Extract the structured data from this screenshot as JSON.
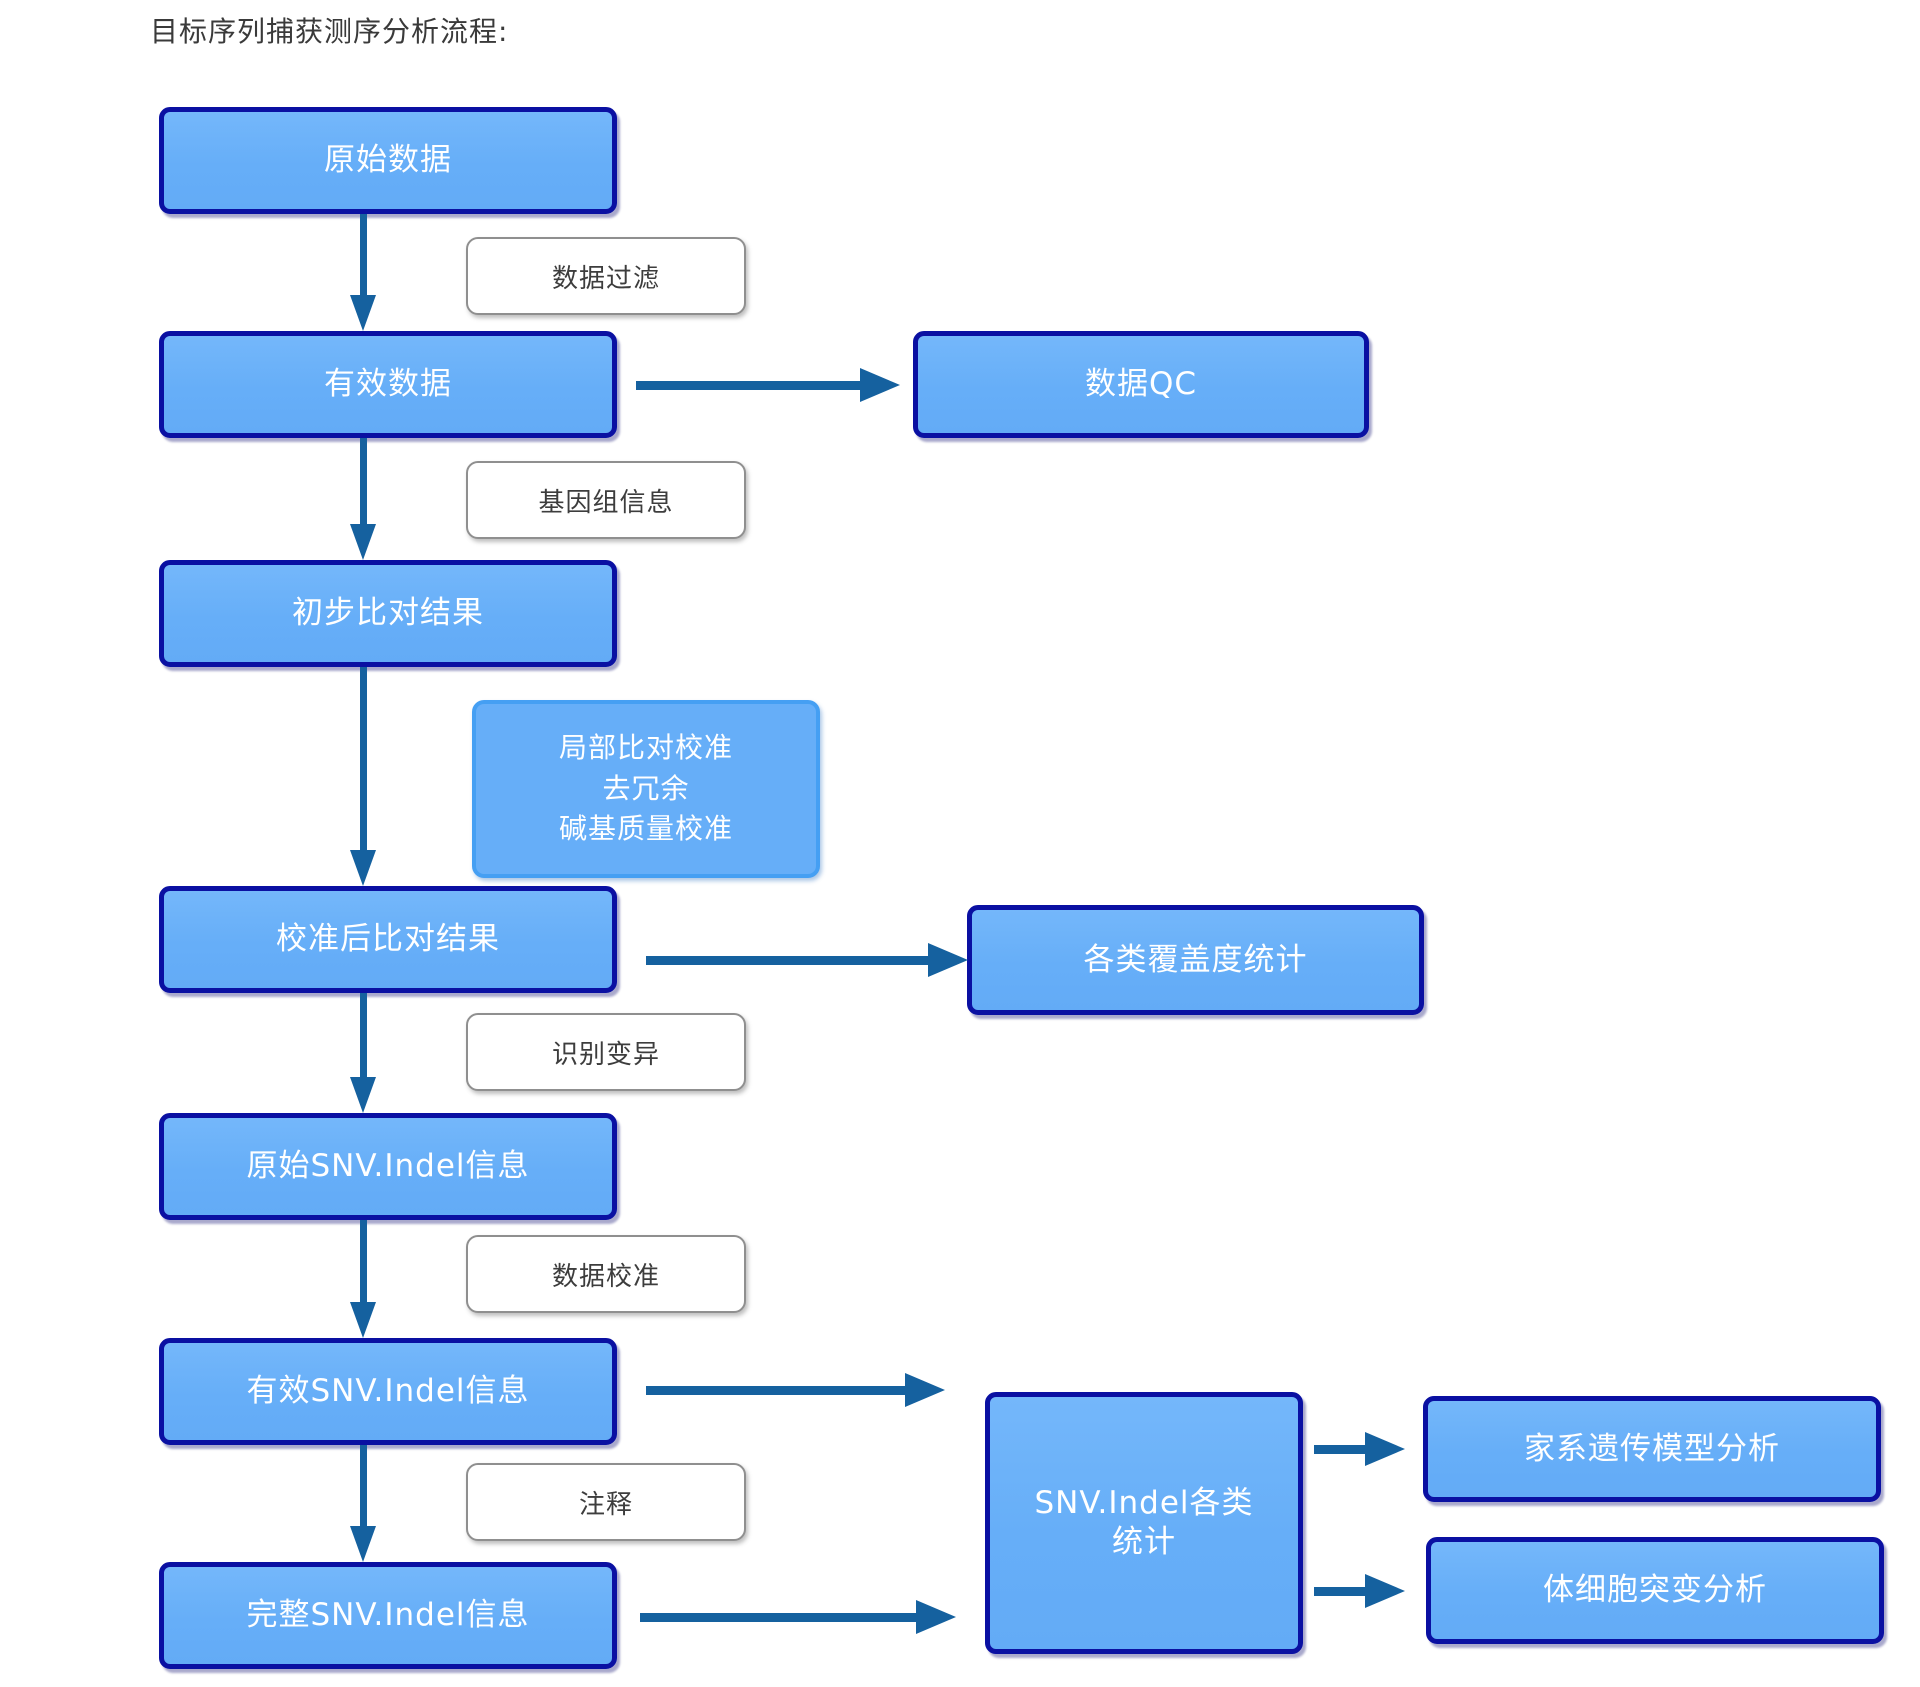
{
  "page": {
    "title": "目标序列捕获测序分析流程:"
  },
  "nodes": {
    "raw_data": "原始数据",
    "valid_data": "有效数据",
    "prelim_align": "初步比对结果",
    "calibrated_align": "校准后比对结果",
    "raw_snv": "原始SNV.Indel信息",
    "valid_snv": "有效SNV.Indel信息",
    "complete_snv": "完整SNV.Indel信息",
    "data_qc": "数据QC",
    "coverage_stats": "各类覆盖度统计",
    "snv_stats": "SNV.Indel各类统计",
    "family_model": "家系遗传模型分析",
    "somatic_mutation": "体细胞突变分析"
  },
  "process_labels": {
    "data_filter": "数据过滤",
    "genome_info": "基因组信息",
    "realign_steps": "局部比对校准\n去冗余\n碱基质量校准",
    "variant_calling": "识别变异",
    "data_recalibration": "数据校准",
    "annotation": "注释"
  },
  "colors": {
    "node_fill": "#66AEF8",
    "node_border": "#0A10A2",
    "soft_label_border": "#459FF3",
    "white_label_border": "#8F8F8F",
    "arrow": "#15619F",
    "node_text": "#FFFFFF",
    "label_text": "#3D3D3D",
    "title_text": "#3A3A3A"
  }
}
